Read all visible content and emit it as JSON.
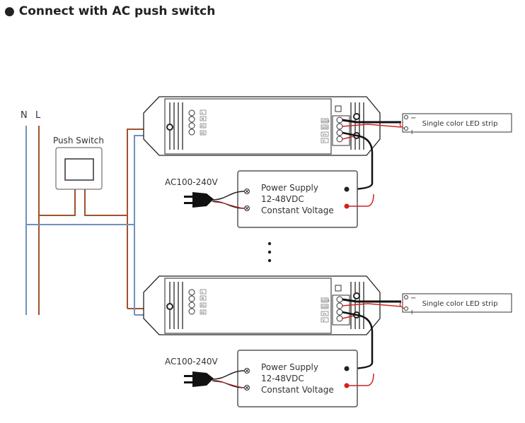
{
  "title": "● Connect with AC push switch",
  "lines": {
    "neutral": "N",
    "live": "L"
  },
  "push_switch": {
    "label": "Push Switch"
  },
  "controller": {
    "terminals_left": [
      "L",
      "N",
      "A1",
      "A2"
    ],
    "terminals_right": [
      "LED+",
      "LED-",
      "V+",
      "V-"
    ]
  },
  "power_supply": {
    "input_label": "AC100-240V",
    "lines": [
      "Power Supply",
      "12-48VDC",
      "Constant Voltage"
    ]
  },
  "led_strip": {
    "label": "Single color LED strip",
    "minus": "−",
    "plus": "+"
  },
  "colors": {
    "live": "#a0522d",
    "neutral": "#6f8fc0",
    "positive": "#d42020",
    "negative": "#111111"
  }
}
